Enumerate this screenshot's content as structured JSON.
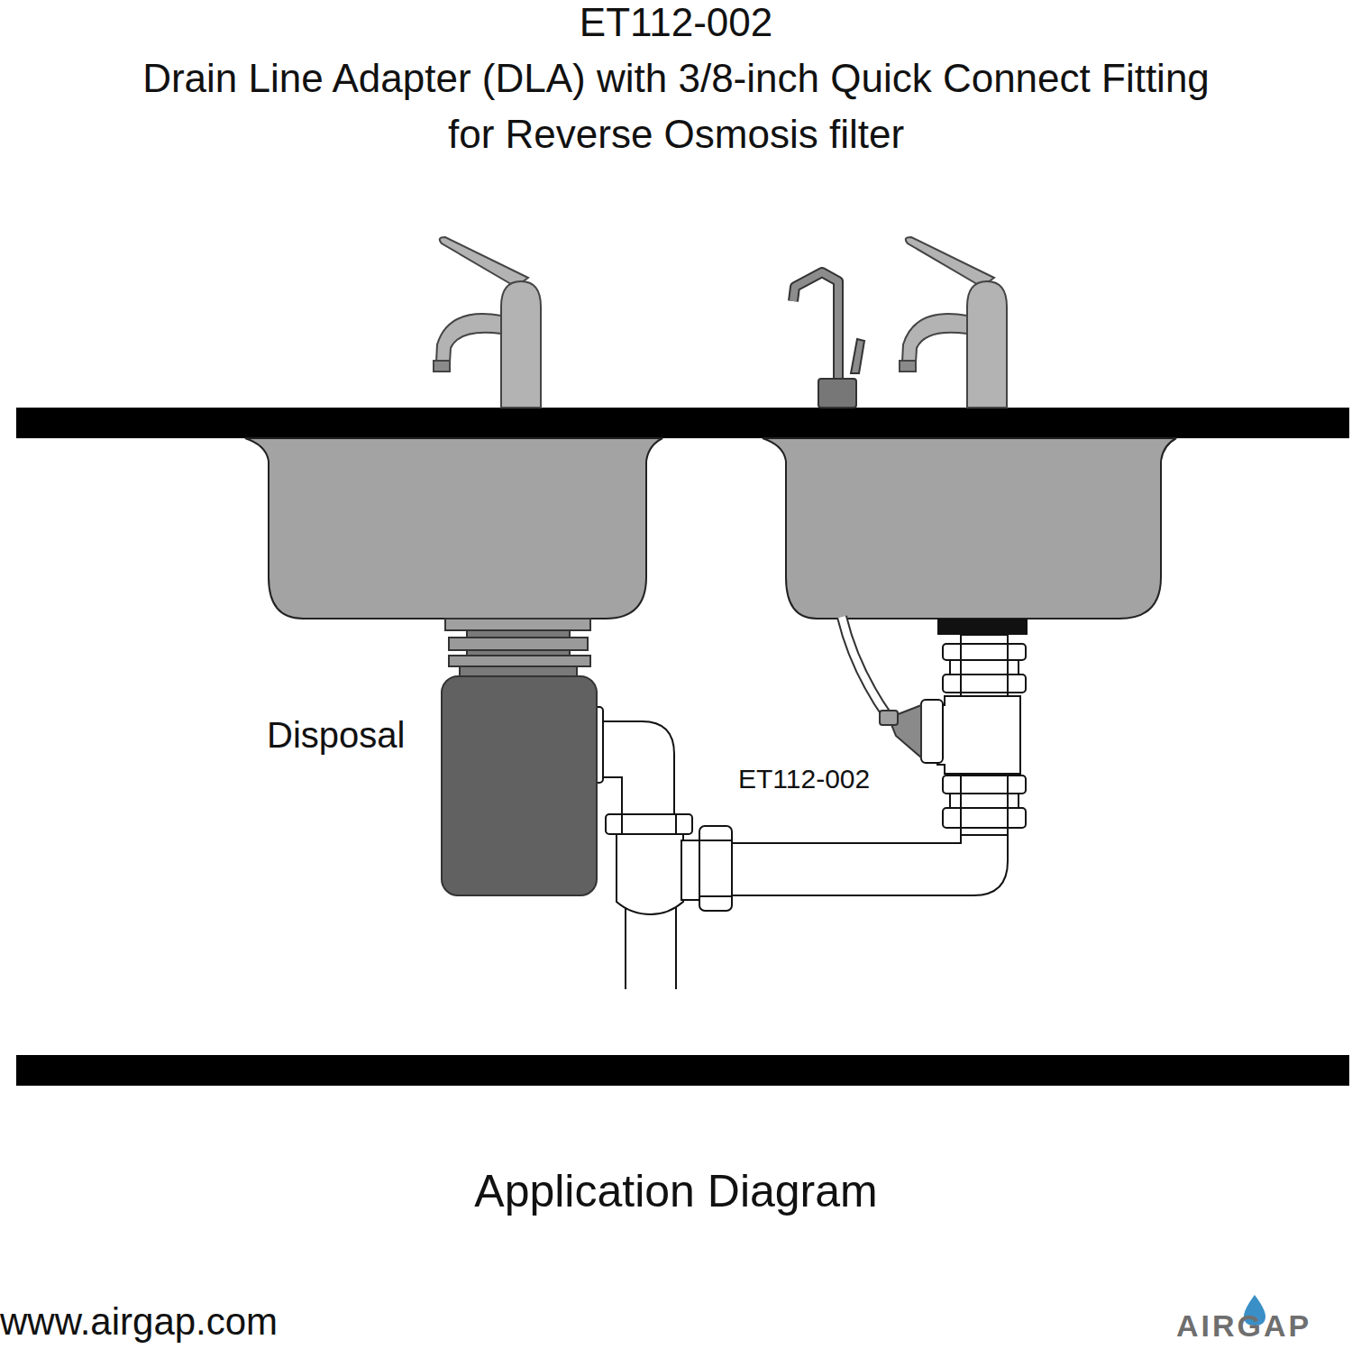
{
  "diagram": {
    "title": "ET112-002",
    "caption": "Application Diagram",
    "nodes": [
      {
        "text": [
          "Disposal"
        ]
      },
      {
        "text": [
          "ET112-002"
        ]
      }
    ],
    "labels": [
      "Drain Line Adapter (DLA) with 3/8-inch Quick Connect Fitting for Reverse Osmosis filter",
      "www.airgap.com",
      "AIRGAP"
    ]
  }
}
